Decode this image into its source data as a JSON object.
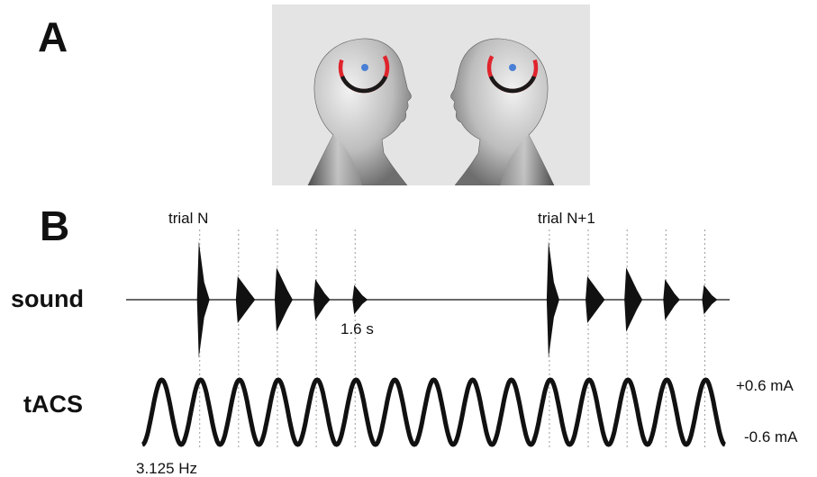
{
  "panels": {
    "a_label": "A",
    "b_label": "B"
  },
  "rows": {
    "sound": "sound",
    "tacs": "tACS"
  },
  "annotations": {
    "trial_n": "trial N",
    "trial_n1": "trial N+1",
    "delay": "1.6 s",
    "frequency": "3.125 Hz",
    "amp_pos": "+0.6 mA",
    "amp_neg": "-0.6 mA"
  },
  "colors": {
    "photo_background": "#e4e4e4",
    "electrode_ring": "#e0242c",
    "electrode_center": "#4a7fd6",
    "return_arc": "#1a1a1a",
    "waveform": "#111111",
    "guide_line": "#9a9a9a"
  },
  "photo": {
    "description_icon": "two-heads-facing-icon"
  },
  "stimulus": {
    "tacs_cycles": 15,
    "trial_n_burst_amplitudes": [
      1.0,
      0.4,
      0.55,
      0.35,
      0.25
    ],
    "trial_n1_burst_amplitudes": [
      1.0,
      0.4,
      0.55,
      0.35,
      0.25
    ]
  }
}
